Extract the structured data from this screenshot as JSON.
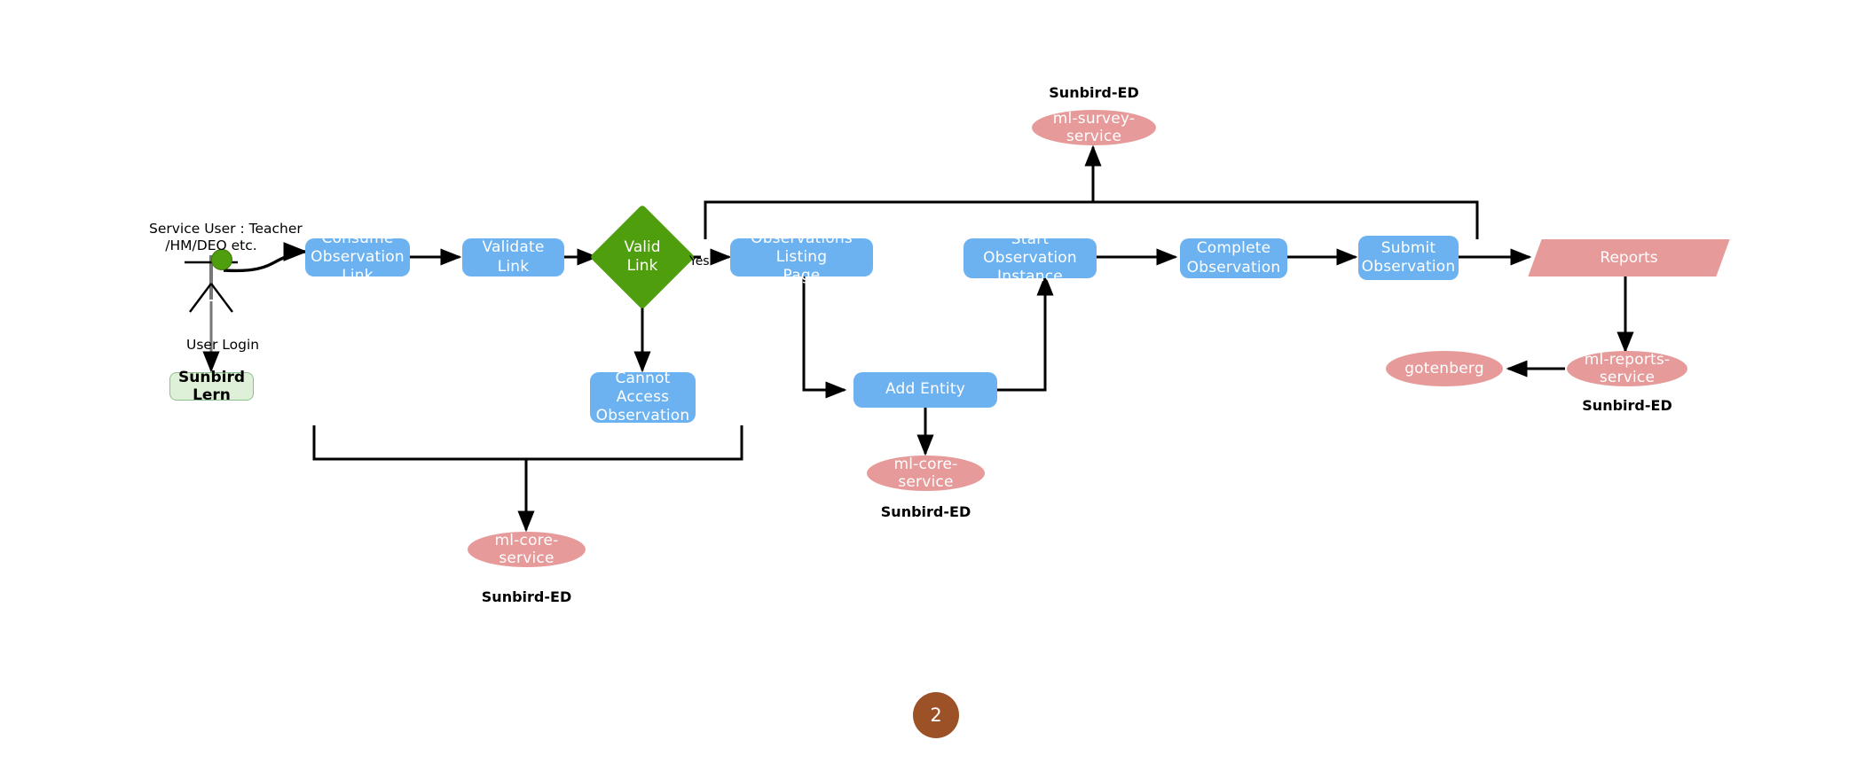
{
  "diagram": {
    "title_badge": "2",
    "actor": {
      "label_line1": "Service User : Teacher",
      "label_line2": "/HM/DEO etc.",
      "name": "service-user-actor"
    },
    "edge_labels": {
      "user_login": "User Login",
      "valid_yes": "Yes"
    },
    "nodes": {
      "sunbird_lern": "Sunbird Lern",
      "consume_observation_link": "Consume\nObservation Link",
      "validate_link": "Validate  Link",
      "valid_link_decision": "Valid\nLink",
      "cannot_access_observation": "Cannot Access\nObservation",
      "observations_listing_page": "Observations Listing\nPage",
      "add_entity": "Add Entity",
      "start_observation_instance": "Start Observation\nInstance",
      "complete_observation": "Complete\nObservation",
      "submit_observation": "Submit\nObservation",
      "reports": "Reports"
    },
    "services": {
      "ml_survey_service": "ml-survey-service",
      "ml_core_service_center": "ml-core-service",
      "ml_core_service_bottom": "ml-core-service",
      "ml_reports_service": "ml-reports-service",
      "gotenberg": "gotenberg"
    },
    "platform_labels": {
      "survey_platform": "Sunbird-ED",
      "core_center_platform": "Sunbird-ED",
      "core_bottom_platform": "Sunbird-ED",
      "reports_platform": "Sunbird-ED"
    },
    "colors": {
      "process_blue": "#6cb2f0",
      "decision_green": "#4f9e0d",
      "service_pink": "#e69a9a",
      "terminal_green_fill": "#dff0d8",
      "terminal_green_border": "#8cc08c",
      "badge_brown": "#9c5127",
      "wire_black": "#000000"
    }
  }
}
